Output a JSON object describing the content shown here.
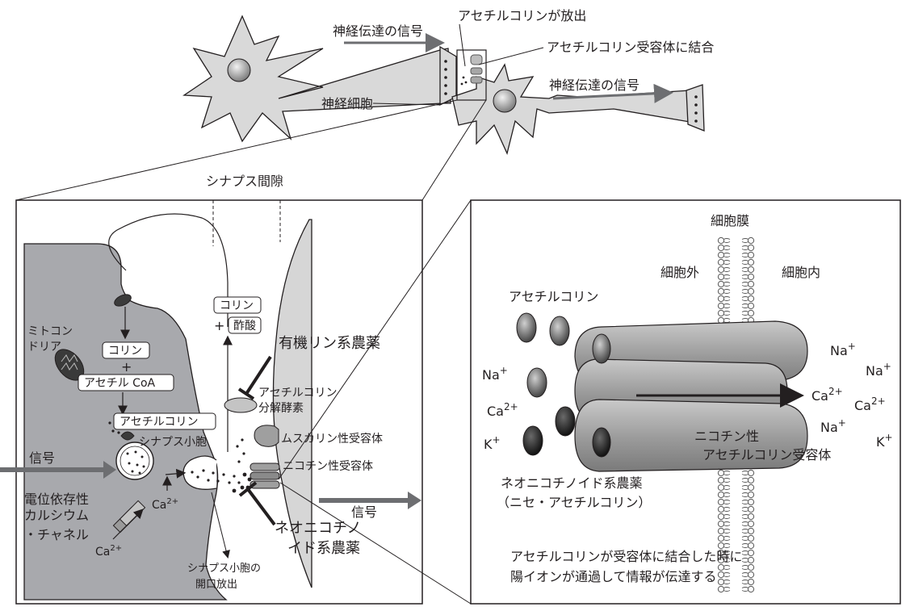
{
  "top": {
    "signal_in": "神経伝達の信号",
    "ach_release": "アセチルコリンが放出",
    "ach_bind": "アセチルコリン受容体に結合",
    "neuron": "神経細胞",
    "signal_out": "神経伝達の信号"
  },
  "synapse": {
    "cleft": "シナプス間隙",
    "mito_line1": "ミトコン",
    "mito_line2": "ドリア",
    "choline": "コリン",
    "plus1": "+",
    "acetylcoa": "アセチル CoA",
    "ach": "アセチルコリン",
    "vesicle": "シナプス小胞",
    "signal_in": "信号",
    "vgcc_line1": "電位依存性",
    "vgcc_line2": "カルシウム",
    "vgcc_line3": "・チャネル",
    "ca_ion": "Ca",
    "ca_sup": "2+",
    "exo_line1": "シナプス小胞の",
    "exo_line2": "開口放出",
    "choline_r": "コリン",
    "plus2": "+",
    "acetate": "酢酸",
    "op": "有機リン系農薬",
    "ache_line1": "アセチルコリン",
    "ache_line2": "分解酵素",
    "muscarinic": "ムスカリン性受容体",
    "nicotinic": "ニコチン性受容体",
    "signal_out": "信号",
    "neonic_line1": "ネオニコチノ",
    "neonic_line2": "イド系農薬"
  },
  "membrane": {
    "membrane": "細胞膜",
    "outside": "細胞外",
    "inside": "細胞内",
    "ach": "アセチルコリン",
    "na": "Na",
    "k": "K",
    "ca": "Ca",
    "plus": "+",
    "ca_sup": "2+",
    "receptor_line1": "ニコチン性",
    "receptor_line2": "アセチルコリン受容体",
    "neonic_line1": "ネオニコチノイド系農薬",
    "neonic_line2": "（ニセ・アセチルコリン）",
    "caption_line1": "アセチルコリンが受容体に結合した時に",
    "caption_line2": "陽イオンが通過して情報が伝達する"
  }
}
